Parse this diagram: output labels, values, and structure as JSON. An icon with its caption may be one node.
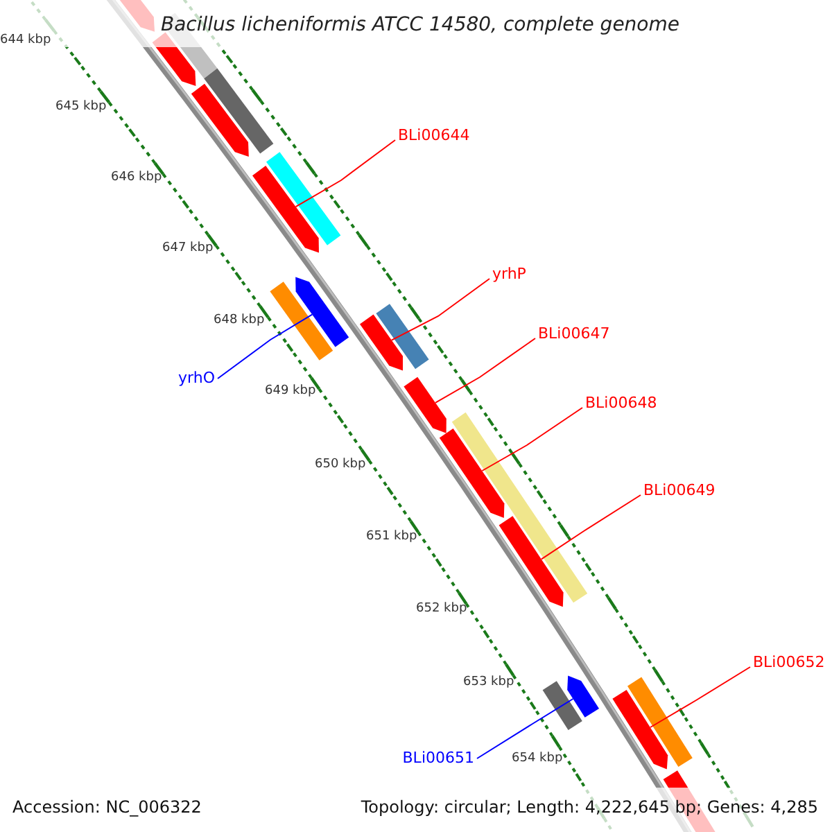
{
  "diagram": {
    "title": "Bacillus licheniformis ATCC 14580, complete genome",
    "nodes": [
      {
        "text": [
          "BLi00644"
        ]
      },
      {
        "text": [],
        "shape": "arrow"
      },
      {
        "text": [
          "yrhP"
        ]
      },
      {
        "text": [],
        "shape": "arrow"
      },
      {
        "text": [
          "BLi00647"
        ]
      },
      {
        "text": [],
        "shape": "arrow"
      },
      {
        "text": [
          "yrhO"
        ]
      },
      {
        "text": [],
        "shape": "arrow"
      },
      {
        "text": [
          "BLi00648"
        ]
      },
      {
        "text": [],
        "shape": "arrow"
      },
      {
        "text": [
          "BLi00649"
        ]
      },
      {
        "text": [],
        "shape": "arrow"
      },
      {
        "text": [
          "BLi00652"
        ]
      },
      {
        "text": [],
        "shape": "arrow"
      },
      {
        "text": [
          "BLi00651"
        ]
      },
      {
        "text": [],
        "shape": "arrow"
      },
      {
        "text": [],
        "shape": "arrow"
      },
      {
        "text": [],
        "shape": "arrow"
      },
      {
        "text": [],
        "shape": "arrow"
      },
      {
        "text": [],
        "shape": "arrow"
      },
      {
        "text": [],
        "shape": "bar"
      },
      {
        "text": [],
        "shape": "bar"
      },
      {
        "text": [],
        "shape": "bar"
      },
      {
        "text": [],
        "shape": "bar"
      },
      {
        "text": [],
        "shape": "bar"
      },
      {
        "text": [],
        "shape": "bar"
      },
      {
        "text": [],
        "shape": "bar"
      },
      {
        "text": [],
        "shape": "bar"
      }
    ],
    "edges": [
      {
        "from": 0,
        "to": 1,
        "arrow": "none"
      },
      {
        "from": 2,
        "to": 3,
        "arrow": "none"
      },
      {
        "from": 4,
        "to": 5,
        "arrow": "none"
      },
      {
        "from": 6,
        "to": 7,
        "arrow": "none",
        "color": "#0000ff"
      },
      {
        "from": 8,
        "to": 9,
        "arrow": "none"
      },
      {
        "from": 10,
        "to": 11,
        "arrow": "none"
      },
      {
        "from": 12,
        "to": 13,
        "arrow": "none"
      },
      {
        "from": 14,
        "to": 15,
        "arrow": "none",
        "color": "#0000ff"
      }
    ],
    "labels": [
      "644 kbp",
      "645 kbp",
      "646 kbp",
      "647 kbp",
      "648 kbp",
      "649 kbp",
      "650 kbp",
      "651 kbp",
      "652 kbp",
      "653 kbp",
      "654 kbp",
      "Accession: NC_006322",
      "Topology: circular; Length: 4,222,645 bp; Genes: 4,285"
    ]
  }
}
